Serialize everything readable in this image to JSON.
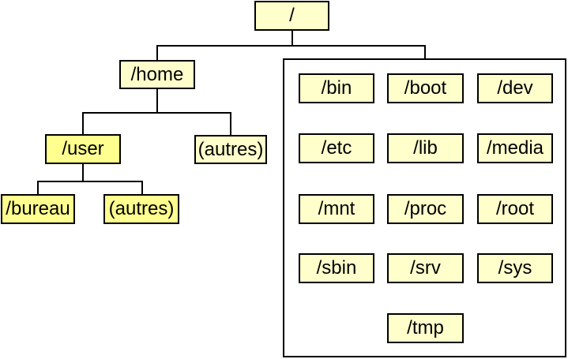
{
  "colors": {
    "box_fill_pale": "#FFFFCC",
    "box_fill_highlight": "#FFFF8F",
    "border": "#000000",
    "text": "#000000"
  },
  "tree": {
    "root": {
      "label": "/"
    },
    "home": {
      "label": "/home"
    },
    "user": {
      "label": "/user"
    },
    "autres_home": {
      "label": "(autres)"
    },
    "bureau": {
      "label": "/bureau"
    },
    "autres_user": {
      "label": "(autres)"
    }
  },
  "other_dirs": {
    "items": [
      {
        "label": "/bin"
      },
      {
        "label": "/boot"
      },
      {
        "label": "/dev"
      },
      {
        "label": "/etc"
      },
      {
        "label": "/lib"
      },
      {
        "label": "/media"
      },
      {
        "label": "/mnt"
      },
      {
        "label": "/proc"
      },
      {
        "label": "/root"
      },
      {
        "label": "/sbin"
      },
      {
        "label": "/srv"
      },
      {
        "label": "/sys"
      },
      {
        "label": "/tmp"
      }
    ]
  }
}
